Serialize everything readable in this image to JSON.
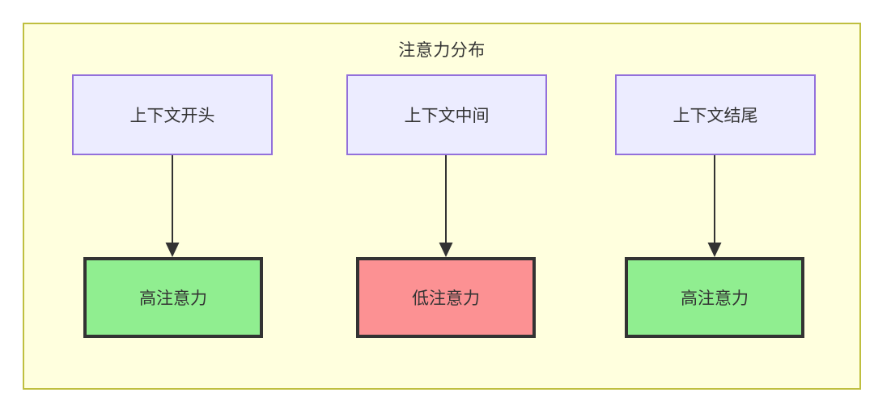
{
  "diagram": {
    "title": "注意力分布",
    "colors": {
      "container_fill": "#ffffde",
      "container_border": "#bfbf3f",
      "context_fill": "#ececff",
      "context_border": "#9370db",
      "high_attention_fill": "#90ee90",
      "low_attention_fill": "#fc9193",
      "node_border": "#333333",
      "text": "#333333",
      "edge": "#333333"
    },
    "context_nodes": [
      {
        "id": "context-start",
        "label": "上下文开头"
      },
      {
        "id": "context-middle",
        "label": "上下文中间"
      },
      {
        "id": "context-end",
        "label": "上下文结尾"
      }
    ],
    "attention_nodes": [
      {
        "id": "attention-high-start",
        "label": "高注意力",
        "level": "high"
      },
      {
        "id": "attention-low-middle",
        "label": "低注意力",
        "level": "low"
      },
      {
        "id": "attention-high-end",
        "label": "高注意力",
        "level": "high"
      }
    ],
    "edges": [
      {
        "from": "上下文开头",
        "to": "高注意力"
      },
      {
        "from": "上下文中间",
        "to": "低注意力"
      },
      {
        "from": "上下文结尾",
        "to": "高注意力"
      }
    ]
  }
}
